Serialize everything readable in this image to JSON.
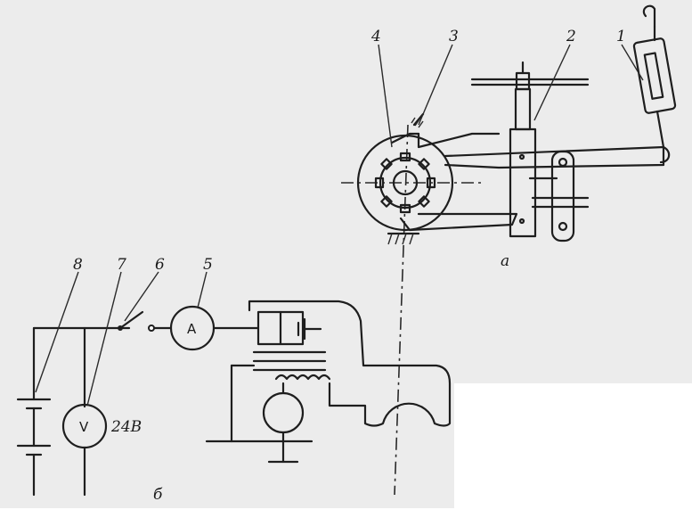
{
  "diagram": {
    "callouts": {
      "c1": "1",
      "c2": "2",
      "c3": "3",
      "c4": "4",
      "c5": "5",
      "c6": "6",
      "c7": "7",
      "c8": "8"
    },
    "part_a_label": "а",
    "part_b_label": "б",
    "ammeter_symbol": "A",
    "voltmeter_symbol": "V",
    "voltage_label": "24В"
  }
}
